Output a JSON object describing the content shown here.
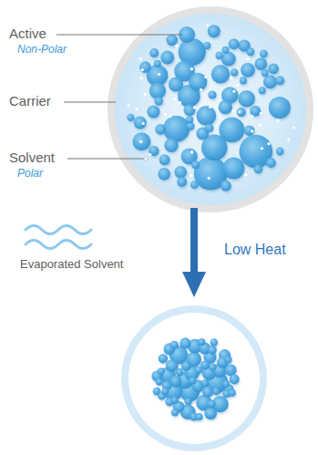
{
  "diagram": {
    "labels": [
      "Active",
      "Non-Polar",
      "Carrier",
      "Solvent",
      "Polar",
      "Evaporated Solvent",
      "Low Heat"
    ]
  }
}
